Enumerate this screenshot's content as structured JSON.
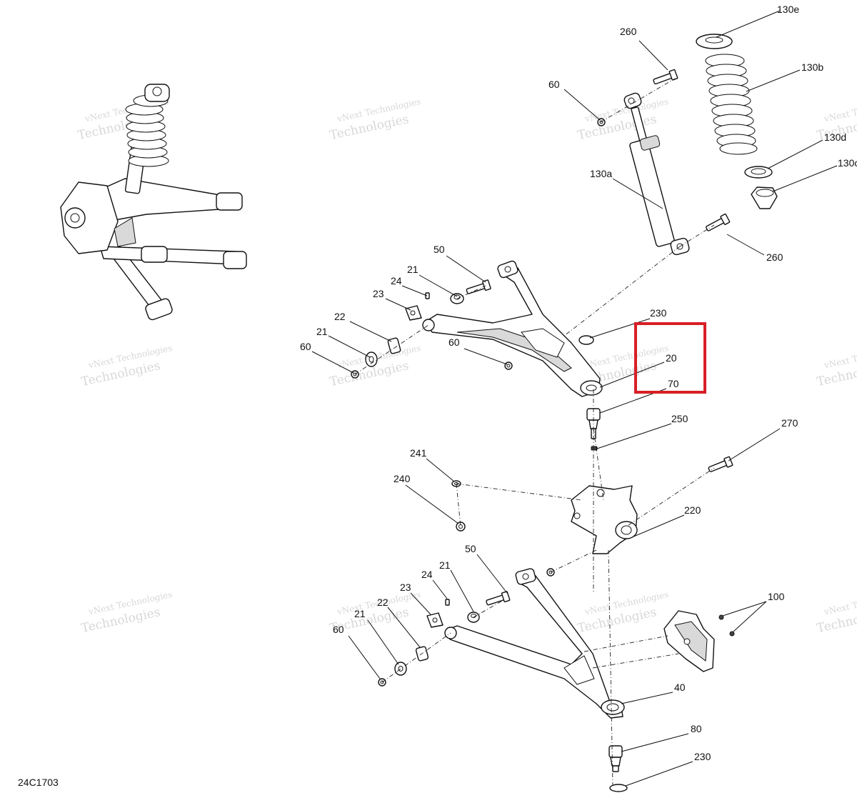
{
  "diagram_code": "24C1703",
  "watermark": {
    "line1": "vNext Technologies",
    "line2": "Technologies"
  },
  "callouts": {
    "c130e": "130e",
    "c260_top": "260",
    "c130b": "130b",
    "c60_top": "60",
    "c130d": "130d",
    "c130c": "130c",
    "c130a": "130a",
    "c260_mid": "260",
    "c50_upper": "50",
    "c21_upper": "21",
    "c24_upper": "24",
    "c23_upper": "23",
    "c22_upper": "22",
    "c21_left": "21",
    "c60_left": "60",
    "c60_arm": "60",
    "c230_upper": "230",
    "c20": "20",
    "c70": "70",
    "c250": "250",
    "c270": "270",
    "c241": "241",
    "c240": "240",
    "c220": "220",
    "c50_lower": "50",
    "c24_lower": "24",
    "c21_lower": "21",
    "c23_lower": "23",
    "c22_lower": "22",
    "c21_lower_left": "21",
    "c60_lower": "60",
    "c100": "100",
    "c40": "40",
    "c80": "80",
    "c230_lower": "230"
  },
  "highlight": {
    "color": "#d81f26"
  }
}
